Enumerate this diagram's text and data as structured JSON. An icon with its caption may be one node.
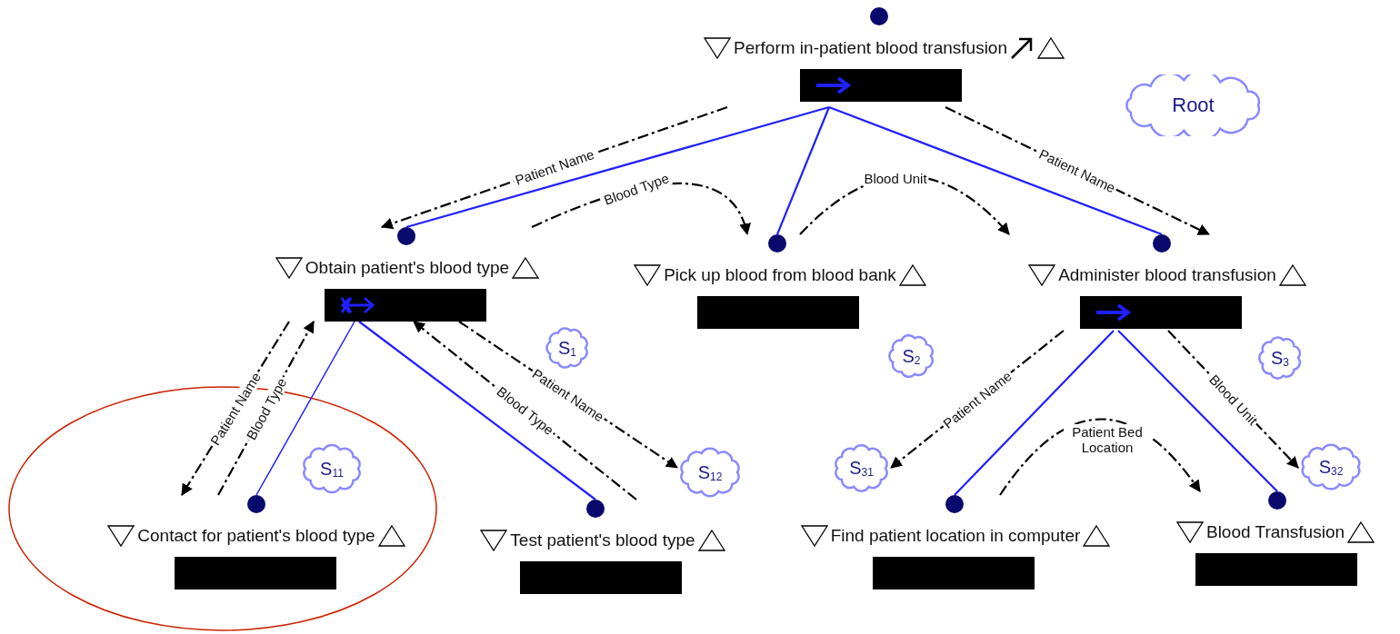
{
  "diagram": {
    "nodes": [
      {
        "text": [
          "Perform in-patient blood transfusion"
        ]
      },
      {
        "text": [
          "Root"
        ]
      },
      {
        "text": [
          "Obtain patient's blood type"
        ]
      },
      {
        "text": [
          "Pick up blood from blood bank"
        ]
      },
      {
        "text": [
          "Administer blood transfusion"
        ]
      },
      {
        "text": [
          "S$_{1}$"
        ]
      },
      {
        "text": [
          "S$_{2}$"
        ]
      },
      {
        "text": [
          "S$_{3}$"
        ]
      },
      {
        "text": [
          "S$_{11}$"
        ]
      },
      {
        "text": [
          "S$_{12}$"
        ]
      },
      {
        "text": [
          "S$_{31}$"
        ]
      },
      {
        "text": [
          "S$_{32}$"
        ]
      },
      {
        "text": [
          "Contact for patient's blood type"
        ]
      },
      {
        "text": [
          "Test patient's blood type"
        ]
      },
      {
        "text": [
          "Find patient location in computer"
        ]
      },
      {
        "text": [
          "Blood Transfusion"
        ]
      }
    ],
    "edges": [
      {
        "from": 0,
        "to": 2,
        "arrow": "none",
        "color": "#1f1fff"
      },
      {
        "from": 0,
        "to": 3,
        "arrow": "none",
        "color": "#1f1fff"
      },
      {
        "from": 0,
        "to": 4,
        "arrow": "none",
        "color": "#1f1fff"
      },
      {
        "from": 2,
        "to": 12,
        "arrow": "none",
        "color": "#1f1fff"
      },
      {
        "from": 2,
        "to": 13,
        "arrow": "none",
        "color": "#1f1fff"
      },
      {
        "from": 4,
        "to": 14,
        "arrow": "none",
        "color": "#1f1fff"
      },
      {
        "from": 4,
        "to": 15,
        "arrow": "none",
        "color": "#1f1fff"
      },
      {
        "from": 0,
        "to": 2,
        "arrow": "to",
        "label": "Patient Name",
        "style": "dashed"
      },
      {
        "from": 2,
        "to": 3,
        "arrow": "to",
        "label": "Blood Type",
        "style": "dashed"
      },
      {
        "from": 3,
        "to": 4,
        "arrow": "to",
        "label": "Blood Unit",
        "style": "dashed"
      },
      {
        "from": 0,
        "to": 4,
        "arrow": "to",
        "label": "Patient Name",
        "style": "dashed"
      },
      {
        "from": 2,
        "to": 12,
        "arrow": "to",
        "label": "Patient Name",
        "style": "dashed"
      },
      {
        "from": 12,
        "to": 2,
        "arrow": "to",
        "label": "Blood Type",
        "style": "dashed"
      },
      {
        "from": 13,
        "to": 2,
        "arrow": "to",
        "label": "Blood Type",
        "style": "dashed"
      },
      {
        "from": 2,
        "to": 9,
        "arrow": "to",
        "label": "Patient Name",
        "style": "dashed"
      },
      {
        "from": 4,
        "to": 10,
        "arrow": "to",
        "label": "Patient Name",
        "style": "dashed"
      },
      {
        "from": 14,
        "to": 15,
        "arrow": "to",
        "label": "Patient Bed Location",
        "style": "dashed"
      },
      {
        "from": 4,
        "to": 11,
        "arrow": "to",
        "label": "Blood Unit",
        "style": "dashed"
      }
    ]
  }
}
